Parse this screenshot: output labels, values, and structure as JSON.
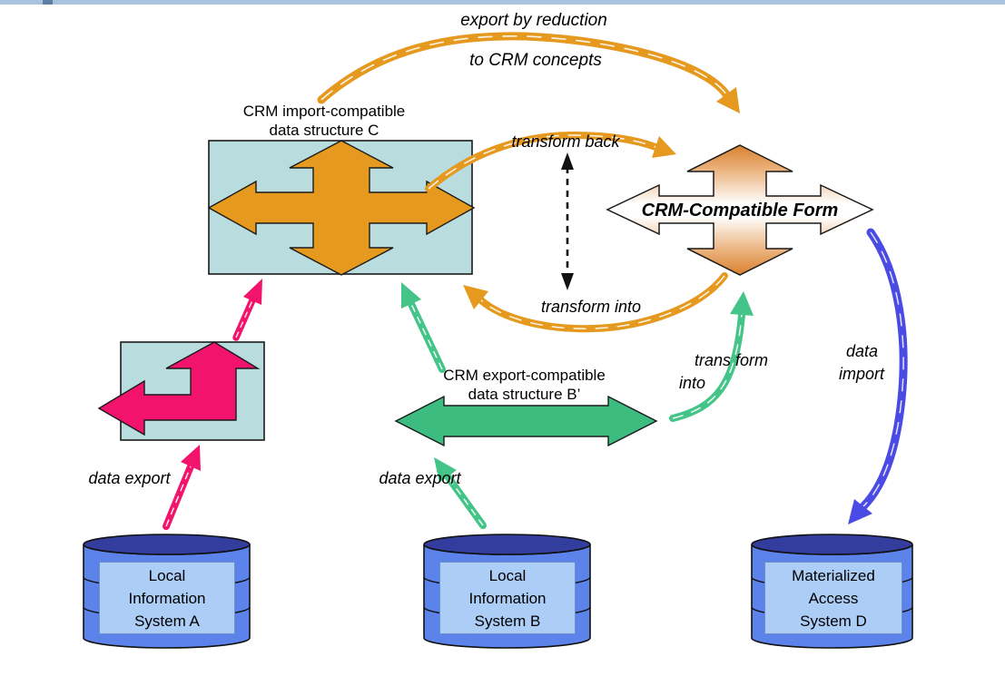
{
  "window_edge": {
    "color": "#a9c3de",
    "accent_color": "#5c7fa3"
  },
  "colors": {
    "orange": "#e6991f",
    "orange_gradient_edge": "#d9812f",
    "pink": "#f2146c",
    "green": "#3cbc7e",
    "green_light": "#44c488",
    "blue": "#4a4ae4",
    "box_fill": "#b9dcde",
    "outline": "#1a1a1a",
    "cylinder_body": "#5c83ea",
    "cylinder_top": "#333d9e",
    "cylinder_label_bg": "#abcdf6",
    "text": "#000000"
  },
  "labels": {
    "export_by_reduction_line1": "export by reduction",
    "export_by_reduction_line2": "to CRM concepts",
    "transform_back": "transform back",
    "transform_into": "transform into",
    "crm_compatible_form": "CRM-Compatible Form",
    "structure_c_line1": "CRM import-compatible",
    "structure_c_line2": "data structure C",
    "structure_b_line1": "CRM export-compatible",
    "structure_b_line2": "data structure B’",
    "data_export_a": "data export",
    "data_export_b": "data export",
    "transform_into_2_line1": "trans form",
    "transform_into_2_line2": "into",
    "data_import_line1": "data",
    "data_import_line2": "import"
  },
  "systems": [
    {
      "line1": "Local",
      "line2": "Information",
      "line3": "System A"
    },
    {
      "line1": "Local",
      "line2": "Information",
      "line3": "System B"
    },
    {
      "line1": "Materialized",
      "line2": "Access",
      "line3": "System D"
    }
  ]
}
